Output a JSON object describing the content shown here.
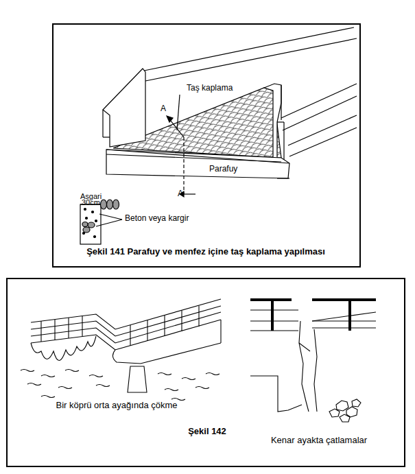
{
  "diagram": {
    "caption": "Şekil 141 Parafuy ve menfez içine taş kaplama yapılması",
    "labels": [
      "Taş kaplama",
      "A",
      "A",
      "Parafuy",
      "Asgari",
      "30cm",
      "Beton veya kargir",
      "Şekil 142",
      "Bir köprü orta ayağında çökme",
      "Kenar ayakta çatlamalar"
    ]
  }
}
